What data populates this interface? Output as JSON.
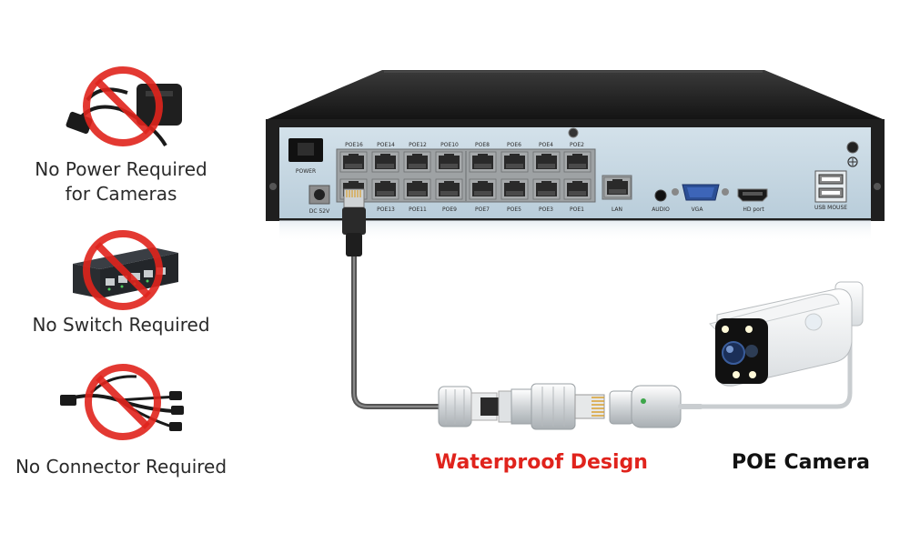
{
  "captions": {
    "no_power": [
      "No Power Required",
      "for Cameras"
    ],
    "no_switch": "No Switch Required",
    "no_connector": "No Connector Required",
    "waterproof": "Waterproof Design",
    "poe_camera": "POE Camera"
  },
  "nvr": {
    "power_label": "POWER",
    "dc_label": "DC 52V",
    "top_port_labels": [
      "POE16",
      "POE14",
      "POE12",
      "POE10",
      "POE8",
      "POE6",
      "POE4",
      "POE2"
    ],
    "bottom_port_labels": [
      "POE13",
      "POE11",
      "POE9",
      "POE7",
      "POE5",
      "POE3",
      "POE1"
    ],
    "lan_label": "LAN",
    "audio_label": "AUDIO",
    "vga_label": "VGA",
    "hd_label": "HD port",
    "usb_label": "USB MOUSE"
  },
  "colors": {
    "accent_red": "#e0231c",
    "nvr_body": "#1c1c1c",
    "nvr_panel": "#c6d7e2"
  },
  "icons": [
    "power-adapter-icon",
    "network-switch-icon",
    "splitter-cable-icon",
    "prohibited-icon"
  ]
}
